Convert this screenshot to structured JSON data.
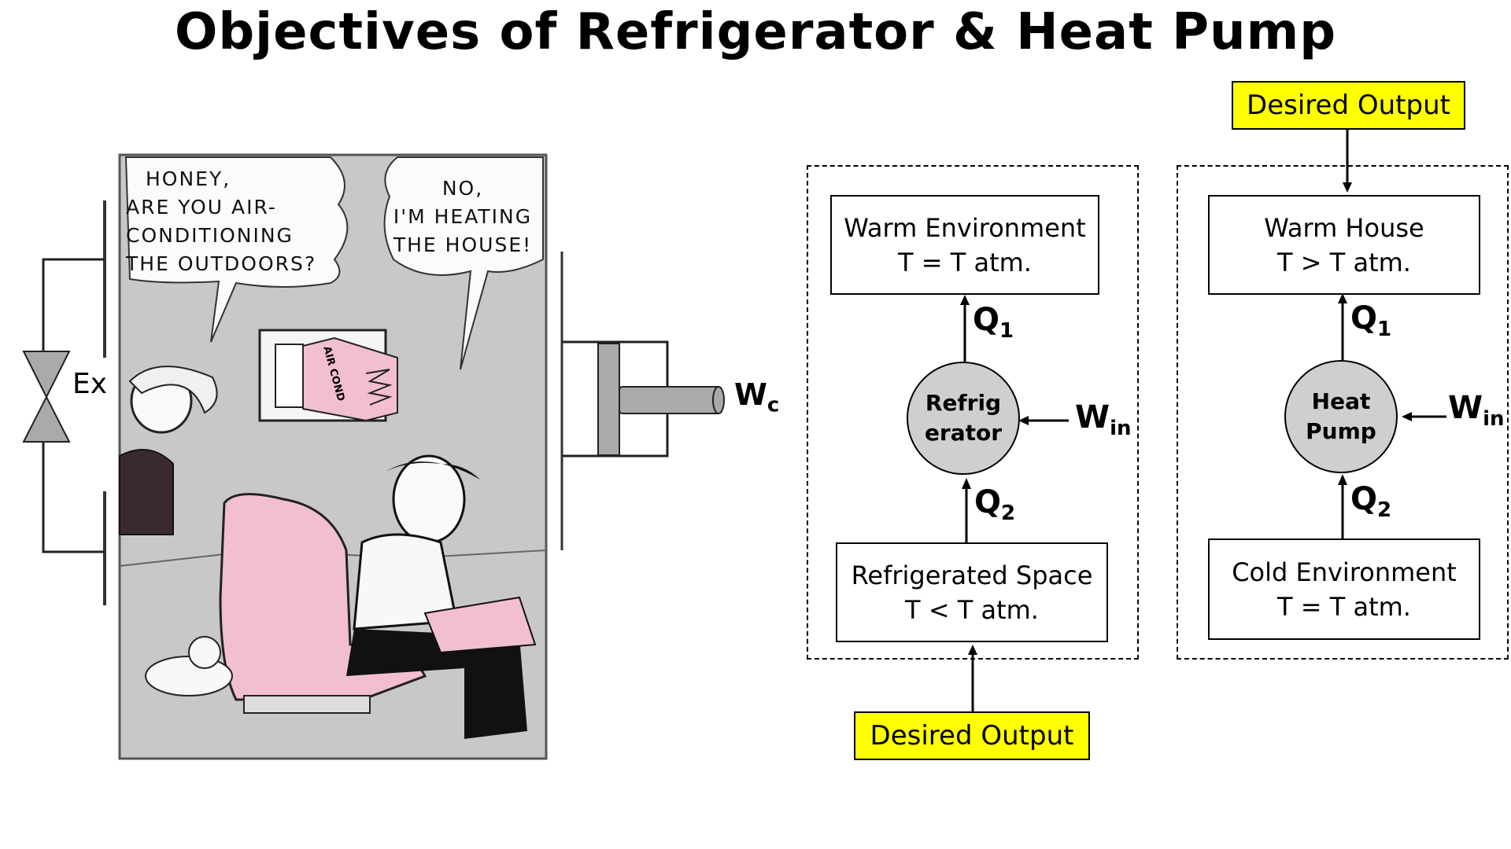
{
  "title": "Objectives of Refrigerator & Heat Pump",
  "cartoon": {
    "bubble_left": [
      "HONEY,",
      "ARE YOU AIR-",
      "CONDITIONING",
      "THE OUTDOORS?"
    ],
    "bubble_right": [
      "NO,",
      "I'M HEATING",
      "THE HOUSE!"
    ],
    "ac_label": "AIR COND"
  },
  "expansion_valve": {
    "label": "Ex"
  },
  "compressor": {
    "label": "W",
    "sub": "c"
  },
  "refrigerator": {
    "top_box": {
      "line1": "Warm Environment",
      "line2": "T = T atm."
    },
    "device": {
      "line1": "Refrig",
      "line2": "erator"
    },
    "bottom_box": {
      "line1": "Refrigerated Space",
      "line2": "T < T atm."
    },
    "q_top": {
      "label": "Q",
      "sub": "1"
    },
    "q_bottom": {
      "label": "Q",
      "sub": "2"
    },
    "work": {
      "label": "W",
      "sub": "in"
    },
    "desired_output": "Desired Output"
  },
  "heat_pump": {
    "top_box": {
      "line1": "Warm House",
      "line2": "T > T atm."
    },
    "device": {
      "line1": "Heat",
      "line2": "Pump"
    },
    "bottom_box": {
      "line1": "Cold Environment",
      "line2": "T = T atm."
    },
    "q_top": {
      "label": "Q",
      "sub": "1"
    },
    "q_bottom": {
      "label": "Q",
      "sub": "2"
    },
    "work": {
      "label": "W",
      "sub": "in"
    },
    "desired_output": "Desired Output"
  },
  "colors": {
    "highlight": "#ffff00",
    "device_fill": "#cfcfcf",
    "cartoon_bg": "#c8c8c8",
    "cartoon_pink": "#f2bfd0"
  }
}
